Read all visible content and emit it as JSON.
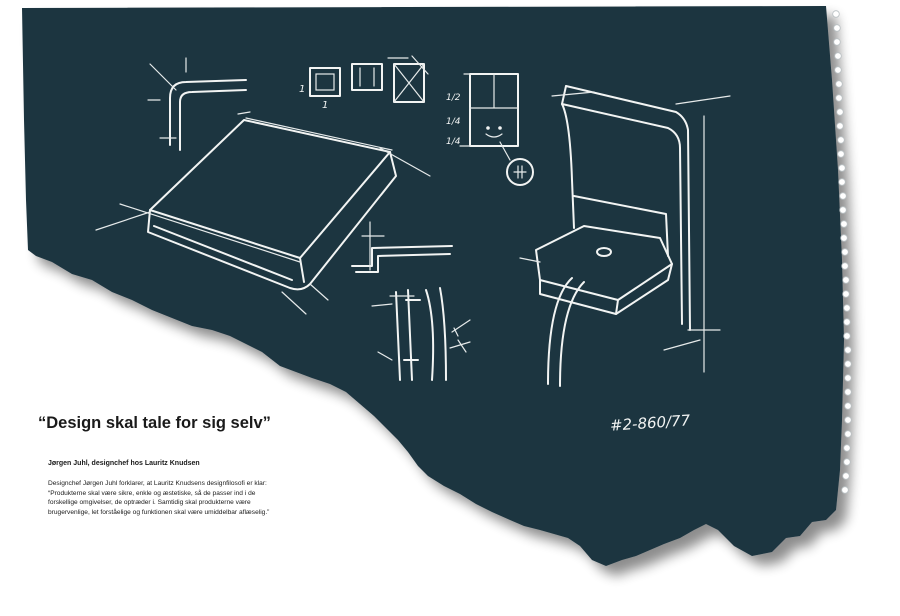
{
  "heading": {
    "quote": "“Design skal tale for sig selv”"
  },
  "byline": {
    "text": "Jørgen Juhl, designchef hos Lauritz Knudsen"
  },
  "body": {
    "text": "Designchef Jørgen Juhl forklarer, at Lauritz Knudsens designfilosofi er klar: “Produkterne skal være sikre, enkle og æstetiske, så de passer ind i de forskellige omgivelser, de optræder i. Samtidig skal produkterne være brugervenlige, let forståelige og funktionen skal være umiddelbar aflæselig.”"
  },
  "sketch": {
    "reference_note": "#2-860/77",
    "fraction_labels": [
      "1/2",
      "1/4",
      "1/4"
    ],
    "frame_labels": [
      "1",
      "1"
    ]
  },
  "colors": {
    "paper": "#1e3540",
    "chalk": "#f2f4f3",
    "text": "#1a1a1a",
    "background": "#ffffff"
  },
  "icons": {
    "spiral_binding": "spiral-holes-icon"
  }
}
